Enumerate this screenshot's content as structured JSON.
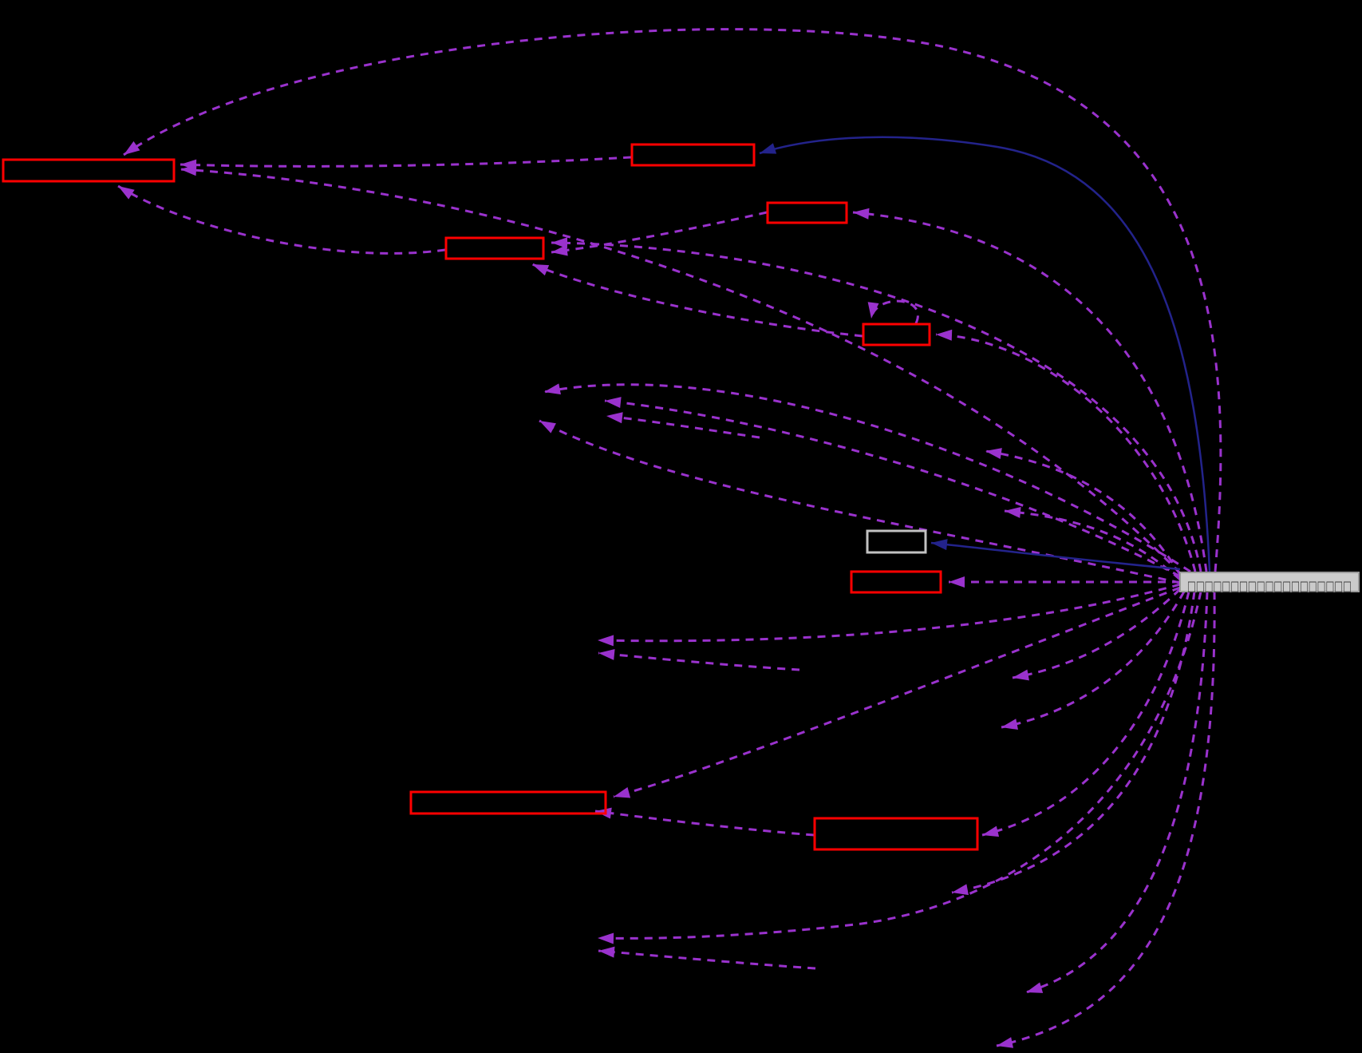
{
  "diagram": {
    "type": "dependency-graph",
    "background": "#000000",
    "colors": {
      "edge_dashed": "#9a32cd",
      "edge_solid": "#23238b",
      "node_border_red": "#ff0000",
      "node_border_gray": "#c2c2c2",
      "hub_fill": "#cbcbcb",
      "hub_border": "#9a9a9a",
      "hub_text": "#3c3c3c"
    },
    "hub": {
      "label": "□□□□□□□□□□□□□□□□□□□"
    },
    "nodes": [
      {
        "id": "box1",
        "label": "",
        "style": "red"
      },
      {
        "id": "box2",
        "label": "",
        "style": "red"
      },
      {
        "id": "box3",
        "label": "",
        "style": "red"
      },
      {
        "id": "box4",
        "label": "",
        "style": "red"
      },
      {
        "id": "box5",
        "label": "",
        "style": "red"
      },
      {
        "id": "box-white",
        "label": "",
        "style": "gray"
      },
      {
        "id": "box7",
        "label": "",
        "style": "red"
      },
      {
        "id": "box9",
        "label": "",
        "style": "red"
      },
      {
        "id": "box10",
        "label": "",
        "style": "red"
      },
      {
        "id": "hub",
        "label": "□□□□□□□□□□□□□□□□□□□",
        "style": "hub"
      }
    ],
    "edges": {
      "dashed_count": 24,
      "solid_count": 2,
      "self_loops": [
        "box5"
      ]
    }
  }
}
